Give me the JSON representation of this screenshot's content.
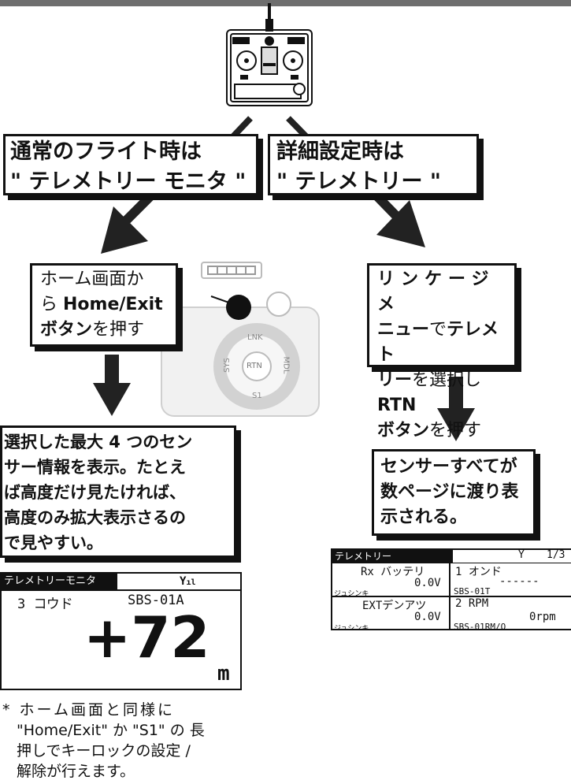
{
  "flow": {
    "left_title_line1": "通常のフライト時は",
    "left_title_line2": "\" テレメトリー モニタ \"",
    "right_title_line1": "詳細設定時は",
    "right_title_line2": "\" テレメトリー \"",
    "home_box": {
      "l1": "ホーム画面か",
      "l2a": "ら ",
      "l2b": "Home/Exit",
      "l3a": "ボタン",
      "l3b": "を押す"
    },
    "link_box": {
      "l1": "リンケージメ",
      "l2a": "ニュー",
      "l2b": "で",
      "l2c": "テレメト",
      "l3a": "リー",
      "l3b": "を選択し ",
      "l3c": "RTN",
      "l4a": "ボタン",
      "l4b": "を押す"
    },
    "info_box": {
      "l1": "選択した最大 4 つのセン",
      "l2": "サー情報を表示。たとえ",
      "l3": "ば高度だけ見たければ、",
      "l4": "高度のみ拡大表示さるの",
      "l5": "で見やすい。"
    },
    "sensor_box": {
      "l1": "センサーすべてが",
      "l2": "数ページに渡り表",
      "l3": "示される。"
    }
  },
  "dial": {
    "lnk": "LNK",
    "mdl": "MDL",
    "s1": "S1",
    "sys": "SYS",
    "rtn": "RTN"
  },
  "monitor_screen": {
    "header": "テレメトリーモニタ",
    "sensor_label": "3 コウド",
    "sensor_name": "SBS-01A",
    "value": "+72",
    "unit": "m"
  },
  "telemetry_screen": {
    "header": "テレメトリー",
    "page": "1/3",
    "c1_label": "Rx バッテリ",
    "c1_value": "0.0V",
    "c1_sub": "ジュシンキ",
    "c2_label": "1 オンド",
    "c2_value": "------",
    "c2_sub": "SBS-01T",
    "c3_label": "EXTデンアツ",
    "c3_value": "0.0V",
    "c3_sub": "ジュシンキ",
    "c4_label": "2 RPM",
    "c4_value": "0rpm",
    "c4_sub": "SBS-01RM/O"
  },
  "note": {
    "l1": "* ホーム画面と同様に",
    "l2": "\"Home/Exit\" か \"S1\" の 長",
    "l3": "押しでキーロックの設定 /",
    "l4": "解除が行えます。"
  }
}
